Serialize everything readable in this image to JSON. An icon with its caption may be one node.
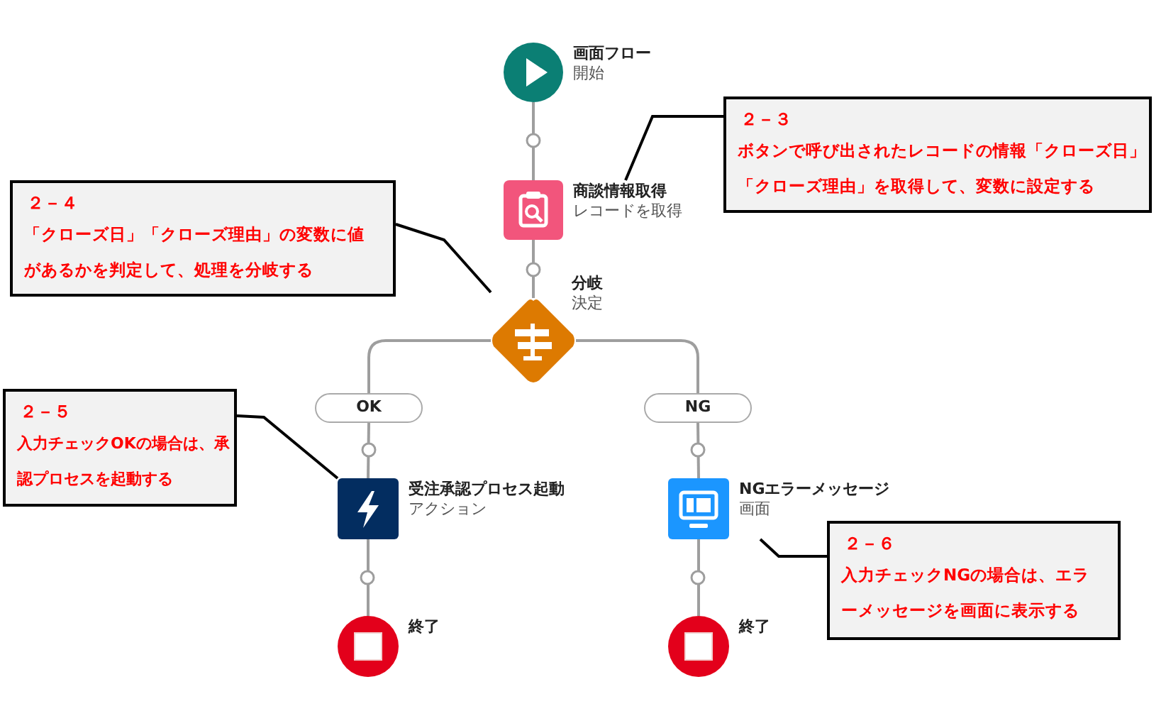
{
  "diagram": {
    "nodes": [
      {
        "text": [
          "画面フロー",
          "開始"
        ]
      },
      {
        "text": [
          "商談情報取得",
          "レコードを取得"
        ]
      },
      {
        "text": [
          "分岐",
          "決定"
        ]
      },
      {
        "text": [
          "OK"
        ]
      },
      {
        "text": [
          "NG"
        ]
      },
      {
        "text": [
          "受注承認プロセス起動",
          "アクション"
        ]
      },
      {
        "text": [
          "NGエラーメッセージ",
          "画面"
        ]
      },
      {
        "text": [
          "終了"
        ]
      },
      {
        "text": [
          "終了"
        ]
      },
      {
        "text": [
          "２－３",
          "ボタンで呼び出されたレコードの情報「クローズ日」「クローズ理由」を取得して、変数に設定する"
        ]
      },
      {
        "text": [
          "２－４",
          "「クローズ日」「クローズ理由」の変数に値があるかを判定して、処理を分岐する"
        ]
      },
      {
        "text": [
          "２－５",
          "入力チェックOKの場合は、承認プロセスを起動する"
        ]
      },
      {
        "text": [
          "２－６",
          "入力チェックNGの場合は、エラーメッセージを画面に表示する"
        ]
      }
    ],
    "edges": [
      {
        "from": 0,
        "to": 1,
        "arrow": "none"
      },
      {
        "from": 1,
        "to": 2,
        "arrow": "none"
      },
      {
        "from": 2,
        "to": 3,
        "arrow": "none"
      },
      {
        "from": 2,
        "to": 4,
        "arrow": "none"
      },
      {
        "from": 3,
        "to": 5,
        "arrow": "none"
      },
      {
        "from": 4,
        "to": 6,
        "arrow": "none"
      },
      {
        "from": 5,
        "to": 7,
        "arrow": "none"
      },
      {
        "from": 6,
        "to": 8,
        "arrow": "none"
      },
      {
        "from": 9,
        "to": 1,
        "arrow": "none",
        "color": "#000000"
      },
      {
        "from": 10,
        "to": 2,
        "arrow": "none",
        "color": "#000000"
      },
      {
        "from": 11,
        "to": 5,
        "arrow": "none",
        "color": "#000000"
      },
      {
        "from": 12,
        "to": 6,
        "arrow": "none",
        "color": "#000000"
      }
    ]
  }
}
